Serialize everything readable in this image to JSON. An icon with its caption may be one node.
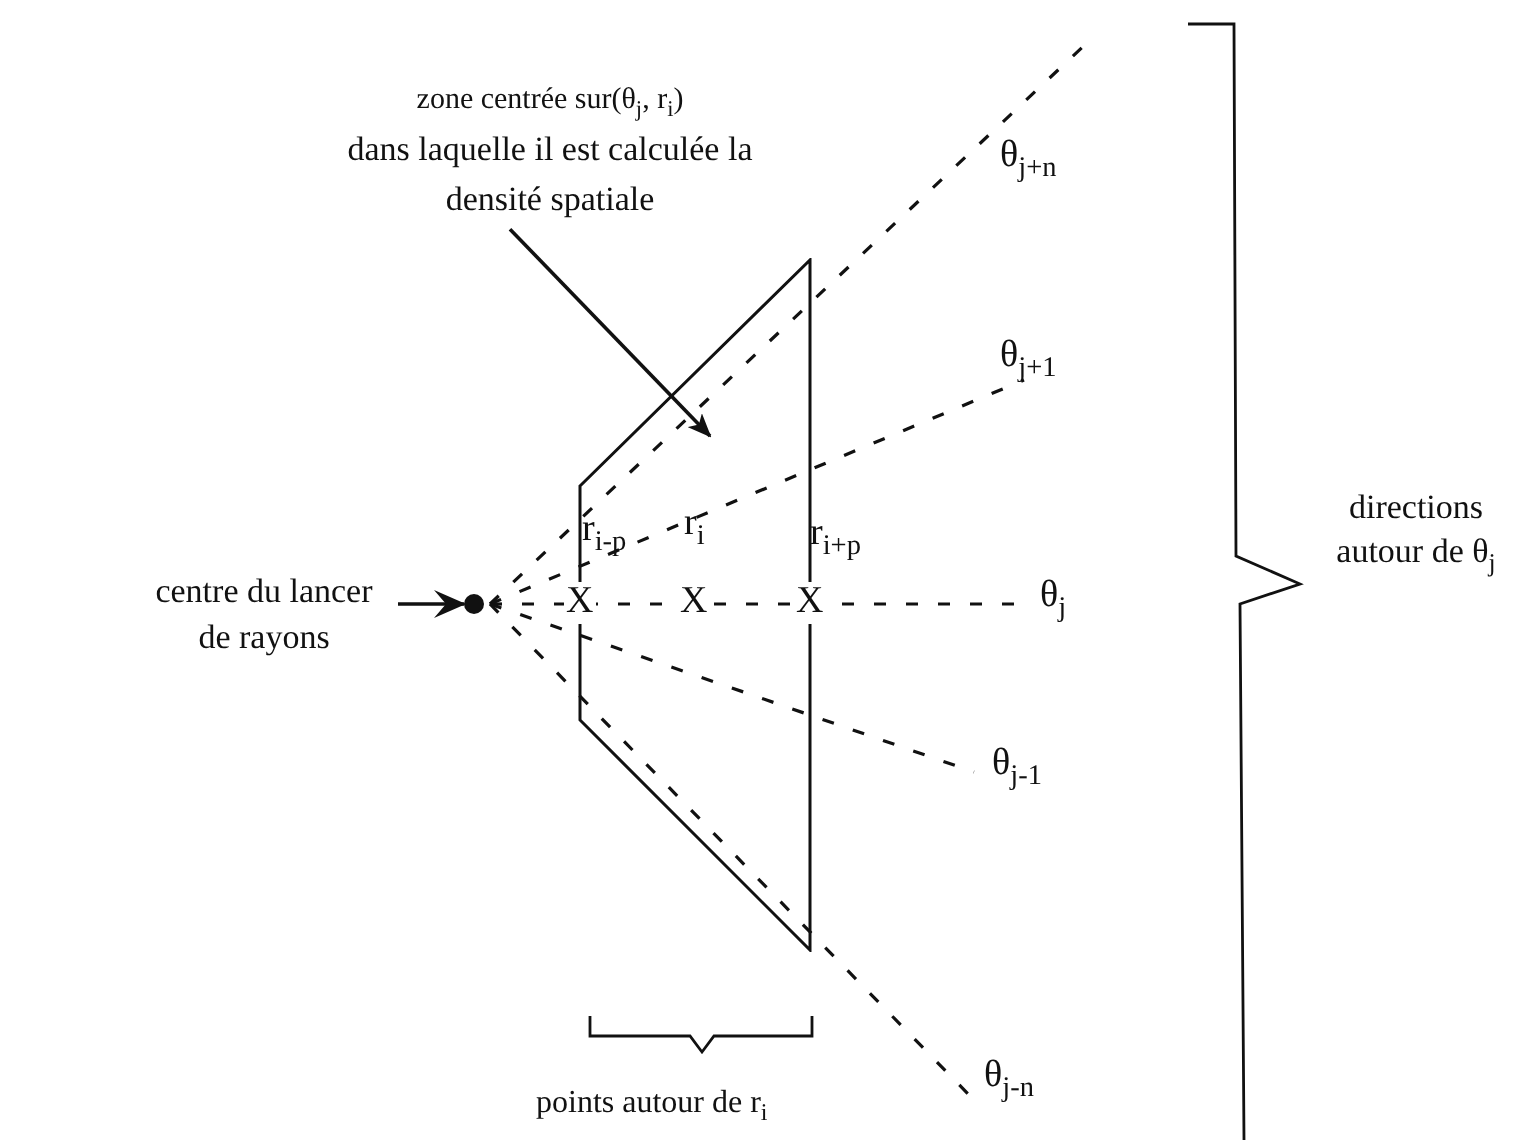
{
  "diagram": {
    "nodes": [
      {
        "text": [
          "zone centrée sur(θ$_{j}$, r$_{i}$)",
          "dans laquelle il est calculée la densité spatiale"
        ]
      },
      {
        "text": [],
        "shape": "trapezoid"
      },
      {
        "text": [
          "centre du lancer de rayons"
        ]
      },
      {
        "text": [],
        "shape": "circle"
      }
    ],
    "edges": [
      {
        "from": 0,
        "to": 1,
        "arrow": "to"
      },
      {
        "from": 2,
        "to": 3,
        "arrow": "to"
      }
    ],
    "labels": [
      "θ$_{j+n}$",
      "θ$_{j+1}$",
      "r$_{i-p}$",
      "r$_{i}$",
      "r$_{i+p}$",
      "X",
      "X",
      "X",
      "θ$_{j}$",
      "θ$_{j-1}$",
      "points autour de r$_{i}$",
      "θ$_{j-n}$",
      "directions autour de θ$_{j}$"
    ]
  }
}
